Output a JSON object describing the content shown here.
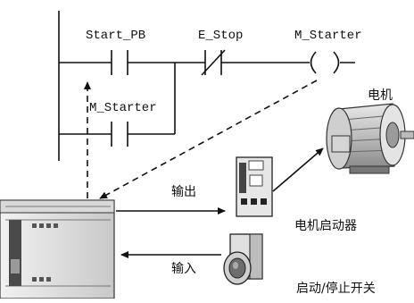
{
  "ladder": {
    "start_pb_label": "Start_PB",
    "e_stop_label": "E_Stop",
    "m_starter_coil_label": "M_Starter",
    "m_starter_contact_label": "M_Starter"
  },
  "devices": {
    "motor_label": "电机",
    "starter_label": "电机启动器",
    "switch_label": "启动/停止开关"
  },
  "arrows": {
    "output_label": "输出",
    "input_label": "输入"
  }
}
